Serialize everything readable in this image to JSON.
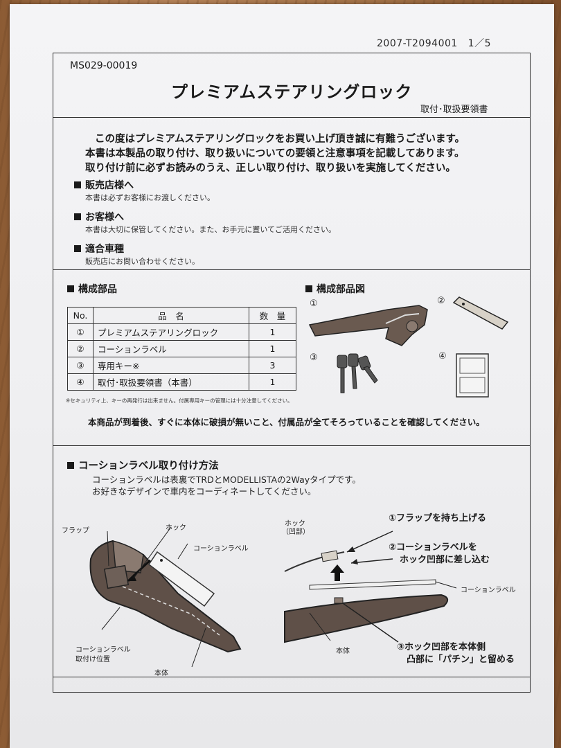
{
  "header": {
    "doc_code": "2007-T2094001",
    "page": "1／5",
    "model_code": "MS029-00019",
    "title": "プレミアムステアリングロック",
    "subtitle": "取付･取扱要領書"
  },
  "intro": [
    "この度はプレミアムステアリングロックをお買い上げ頂き誠に有難うございます。",
    "本書は本製品の取り付け、取り扱いについての要領と注意事項を記載してあります。",
    "取り付け前に必ずお読みのうえ、正しい取り付け、取り扱いを実施してください。"
  ],
  "sections": {
    "dealer_title": "販売店様へ",
    "dealer_body": "本書は必ずお客様にお渡しください。",
    "customer_title": "お客様へ",
    "customer_body": "本書は大切に保管してください。また、お手元に置いてご活用ください。",
    "vehicle_title": "適合車種",
    "vehicle_body": "販売店にお問い合わせください。"
  },
  "parts": {
    "title": "構成部品",
    "diagram_title": "構成部品図",
    "headers": [
      "No.",
      "品　名",
      "数　量"
    ],
    "rows": [
      [
        "①",
        "プレミアムステアリングロック",
        "1"
      ],
      [
        "②",
        "コーションラベル",
        "1"
      ],
      [
        "③",
        "専用キー※",
        "3"
      ],
      [
        "④",
        "取付･取扱要領書（本書）",
        "1"
      ]
    ],
    "note": "※セキュリティ上、キーの再発行は出来ません。付属専用キーの管理には十分注意してください。",
    "confirm": "本商品が到着後、すぐに本体に破損が無いこと、付属品が全てそろっていることを確認してください。",
    "diagram_labels": [
      "①",
      "②",
      "③",
      "④"
    ]
  },
  "caution": {
    "title": "コーションラベル取り付け方法",
    "desc1": "コーションラベルは表裏でTRDとMODELLISTAの2Wayタイプです。",
    "desc2": "お好きなデザインで車内をコーディネートしてください。",
    "left_labels": {
      "flap": "フラップ",
      "hook": "ホック",
      "label": "コーションラベル",
      "position_1": "コーションラベル",
      "position_2": "取付け位置",
      "body": "本体"
    },
    "right_labels": {
      "hook": "ホック",
      "hook_sub": "（凹部）",
      "label": "コーションラベル",
      "body": "本体"
    },
    "steps": {
      "step1": "①フラップを持ち上げる",
      "step2a": "②コーションラベルを",
      "step2b": "ホック凹部に差し込む",
      "step3a": "③ホック凹部を本体側",
      "step3b": "凸部に「パチン」と留める"
    }
  }
}
